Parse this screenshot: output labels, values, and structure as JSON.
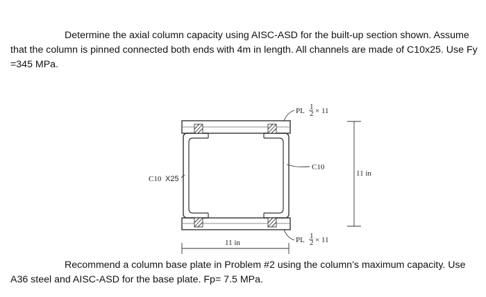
{
  "problem1": {
    "text": "Determine the axial column capacity using AISC-ASD for the built-up section shown. Assume that the column is pinned connected both ends with 4m in length. All channels are made of C10x25. Use Fy =345 MPa."
  },
  "figure": {
    "plate_top_label": "PL",
    "plate_top_dims": "× 11",
    "plate_bottom_label": "PL",
    "plate_bottom_dims": "× 11",
    "fraction_num": "1",
    "fraction_den": "2",
    "channel_right_label": "C10",
    "channel_left_label": "C10",
    "channel_left_size": "X25",
    "height_dim": "11 in",
    "width_dim": "11 in"
  },
  "problem2": {
    "text": "Recommend a column base plate in Problem #2 using the column’s maximum capacity. Use A36 steel and AISC-ASD for the base plate. Fp= 7.5 MPa."
  }
}
